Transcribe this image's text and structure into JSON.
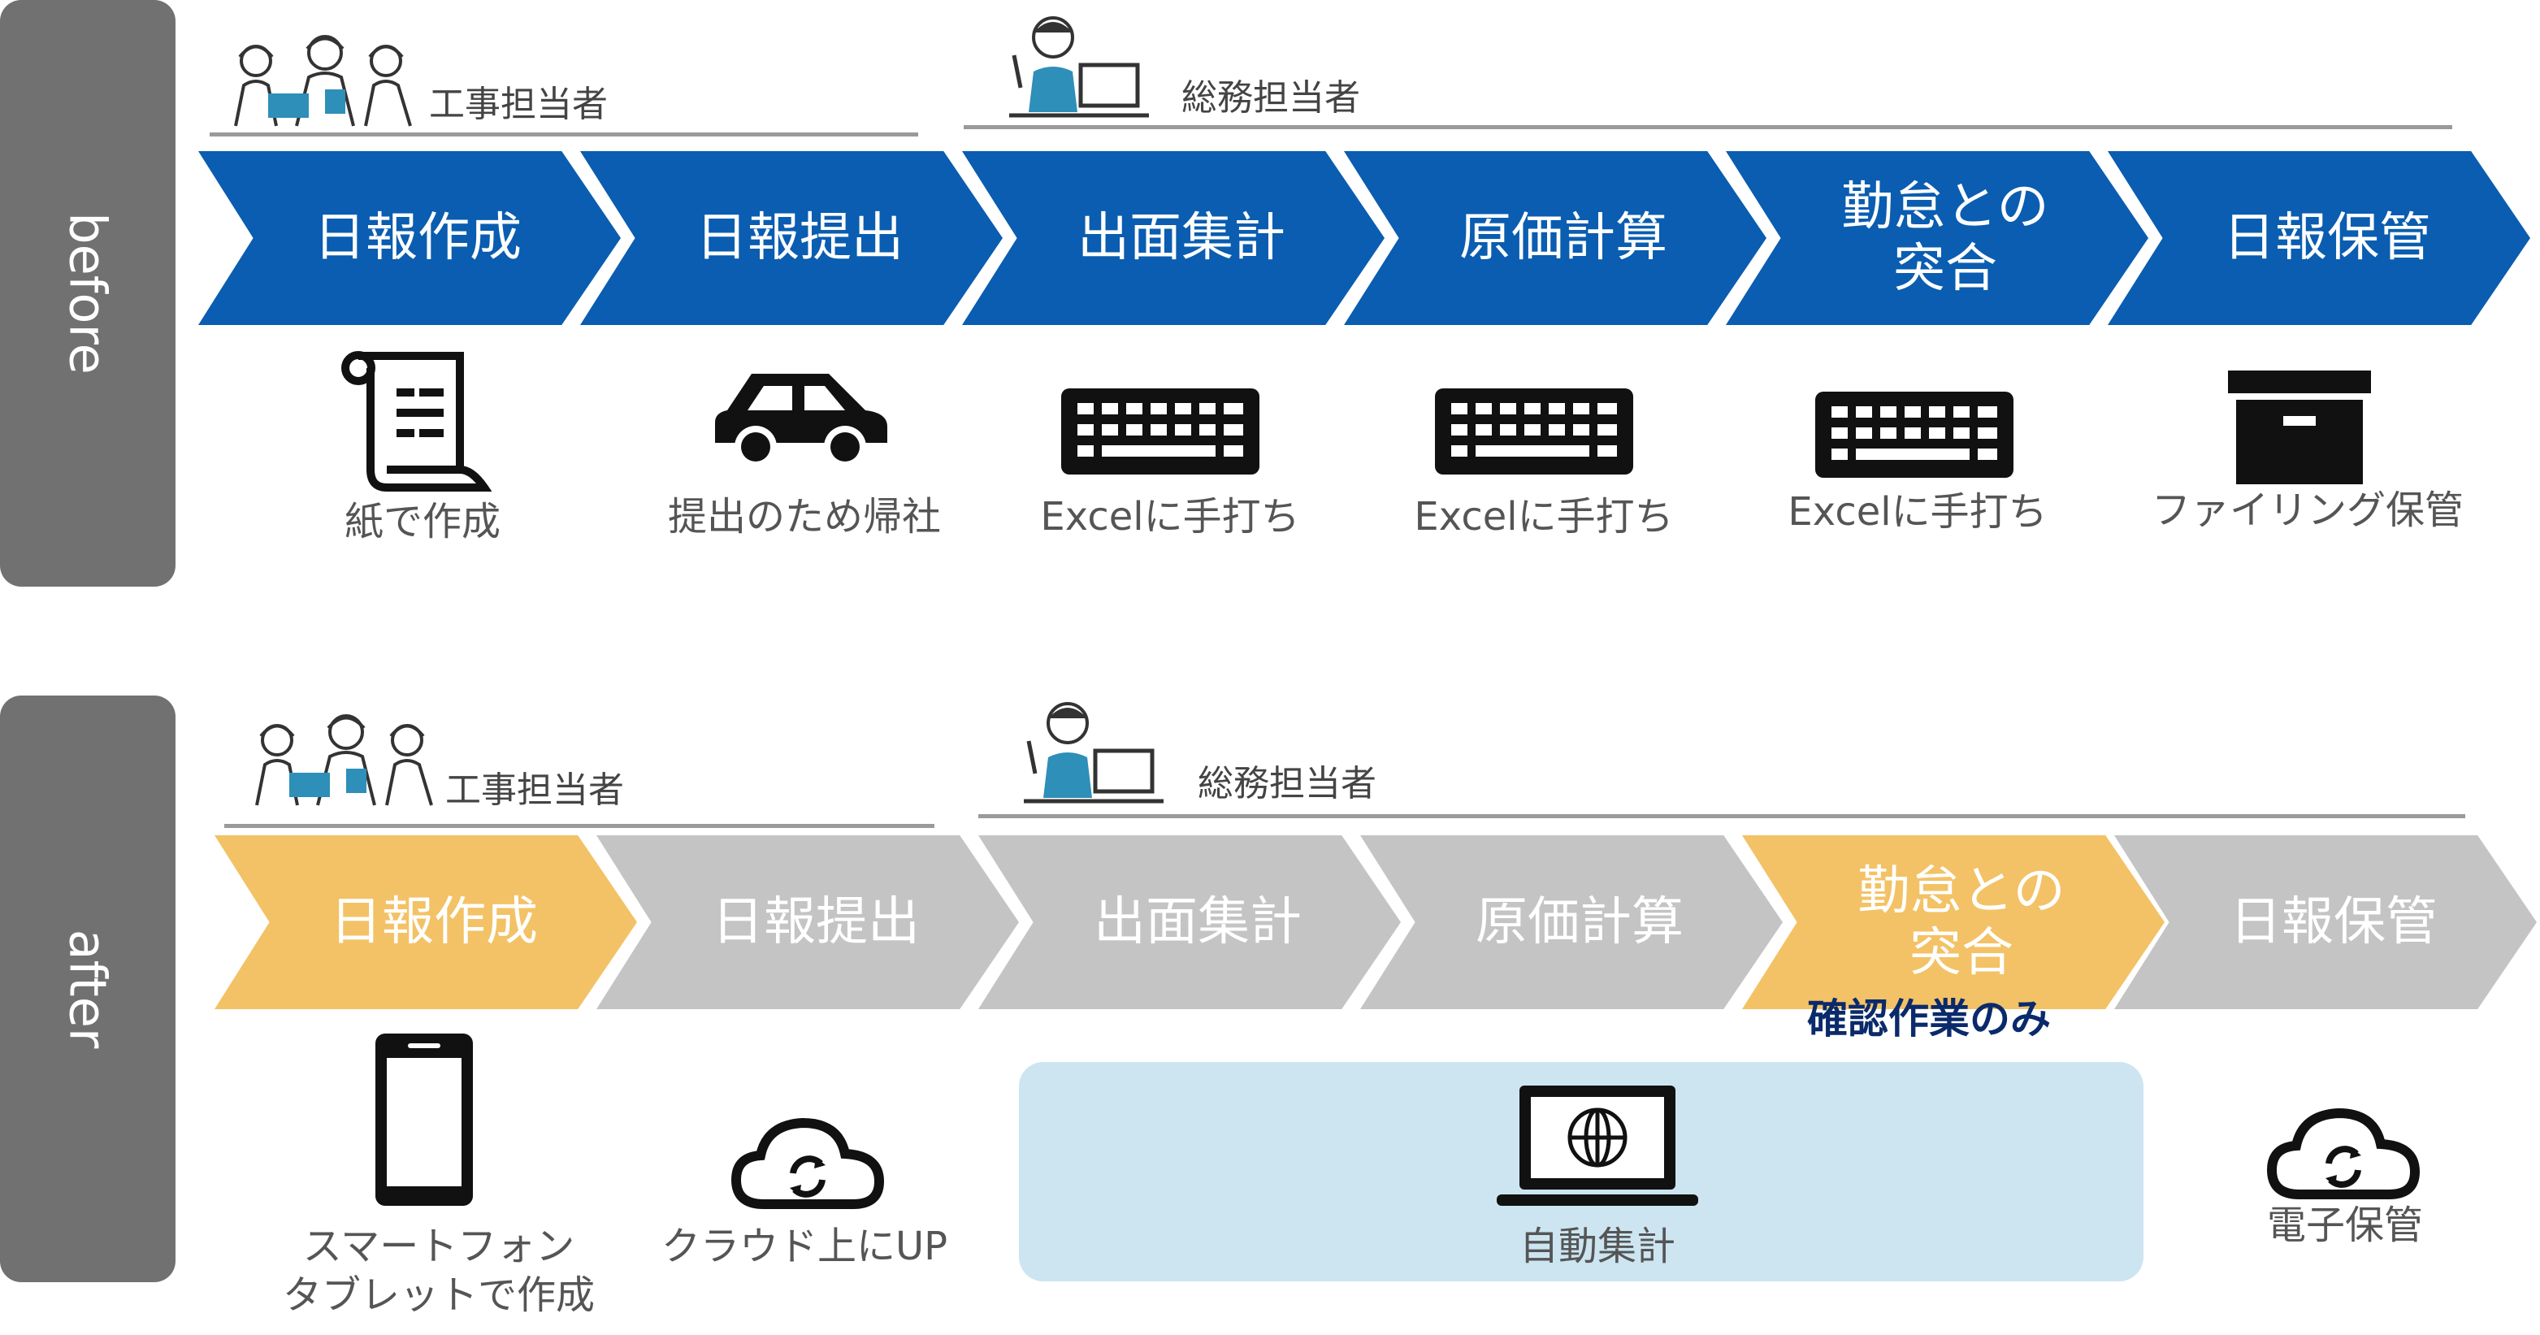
{
  "before": {
    "side_label": "before",
    "roles": {
      "construction": "工事担当者",
      "general_affairs": "総務担当者"
    },
    "steps": [
      "日報作成",
      "日報提出",
      "出面集計",
      "原価計算",
      "勤怠との\n突合",
      "日報保管"
    ],
    "step_color": "#0a5db0",
    "tools": [
      {
        "icon": "scroll-document-icon",
        "label": "紙で作成"
      },
      {
        "icon": "car-icon",
        "label": "提出のため帰社"
      },
      {
        "icon": "keyboard-icon",
        "label": "Excelに手打ち"
      },
      {
        "icon": "keyboard-icon",
        "label": "Excelに手打ち"
      },
      {
        "icon": "keyboard-icon",
        "label": "Excelに手打ち"
      },
      {
        "icon": "archive-box-icon",
        "label": "ファイリング保管"
      }
    ]
  },
  "after": {
    "side_label": "after",
    "roles": {
      "construction": "工事担当者",
      "general_affairs": "総務担当者"
    },
    "steps": [
      "日報作成",
      "日報提出",
      "出面集計",
      "原価計算",
      "勤怠との\n突合",
      "日報保管"
    ],
    "highlight_color": "#f3c266",
    "inactive_color": "#c4c4c4",
    "check_note": "確認作業のみ",
    "tools": [
      {
        "icon": "smartphone-icon",
        "label": "スマートフォン\nタブレットで作成"
      },
      {
        "icon": "cloud-sync-icon",
        "label": "クラウド上にUP"
      },
      {
        "icon": "laptop-globe-icon",
        "label": "自動集計"
      },
      {
        "icon": "cloud-sync-icon",
        "label": "電子保管"
      }
    ],
    "auto_panel_color": "#cce5f1"
  }
}
